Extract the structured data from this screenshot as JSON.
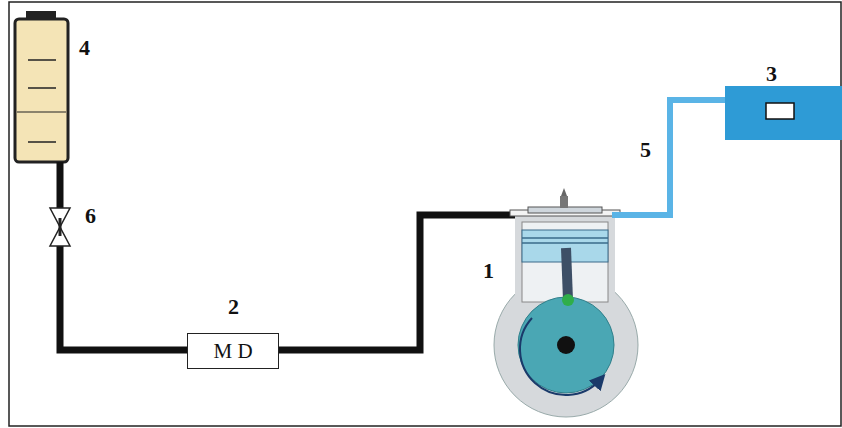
{
  "diagram": {
    "nodes": [
      {
        "text": [
          "M D"
        ]
      }
    ],
    "labels": [
      "4",
      "6",
      "2",
      "1",
      "5",
      "3"
    ]
  }
}
